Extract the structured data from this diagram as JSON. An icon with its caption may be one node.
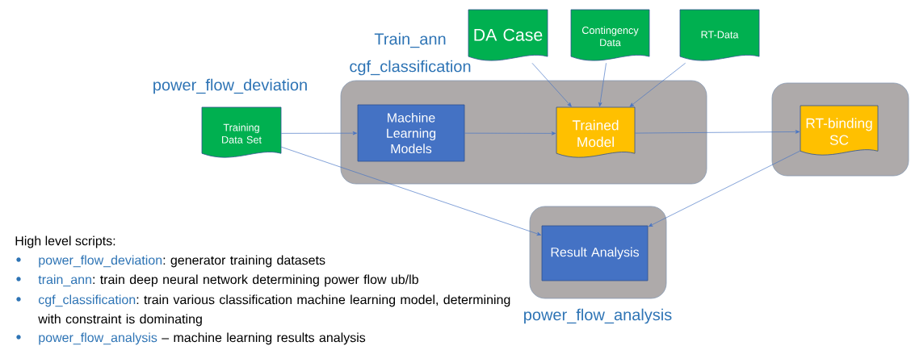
{
  "diagram": {
    "nodes": [
      {
        "text": [
          "DA Case"
        ]
      },
      {
        "text": [
          "Contingency Data"
        ]
      },
      {
        "text": [
          "RT-Data"
        ]
      },
      {
        "text": [],
        "shape": "box",
        "beside": [
          "Train_ann",
          "cgf_classification"
        ]
      },
      {
        "text": [
          "Training Data Set"
        ],
        "beside": [
          "power_flow_deviation"
        ]
      },
      {
        "text": [
          "Machine Learning Models"
        ],
        "in": 3
      },
      {
        "text": [
          "Trained Model"
        ],
        "in": 3
      },
      {
        "text": [],
        "shape": "box"
      },
      {
        "text": [
          "RT-binding SC"
        ],
        "in": 7
      },
      {
        "text": [],
        "shape": "box",
        "beside": [
          "power_flow_analysis"
        ]
      },
      {
        "text": [
          "Result Analysis"
        ],
        "in": 9
      }
    ],
    "edges": [
      {
        "from": 0,
        "to": 6,
        "arrow": "to"
      },
      {
        "from": 1,
        "to": 6,
        "arrow": "to"
      },
      {
        "from": 2,
        "to": 6,
        "arrow": "to"
      },
      {
        "from": 4,
        "to": 5,
        "arrow": "to"
      },
      {
        "from": 5,
        "to": 6,
        "arrow": "to"
      },
      {
        "from": 6,
        "to": 8,
        "arrow": "to"
      },
      {
        "from": 4,
        "to": 10,
        "arrow": "to"
      },
      {
        "from": 8,
        "to": 10,
        "arrow": "to"
      }
    ],
    "labels": [
      "High level scripts:",
      "power_flow_deviation",
      ": generator training datasets",
      "train_ann",
      ": train deep neural network determining power flow ub/lb",
      "cgf_classification",
      ": train various classification machine learning model, determining with constraint is dominating",
      "power_flow_analysis",
      " – machine learning results analysis"
    ]
  }
}
